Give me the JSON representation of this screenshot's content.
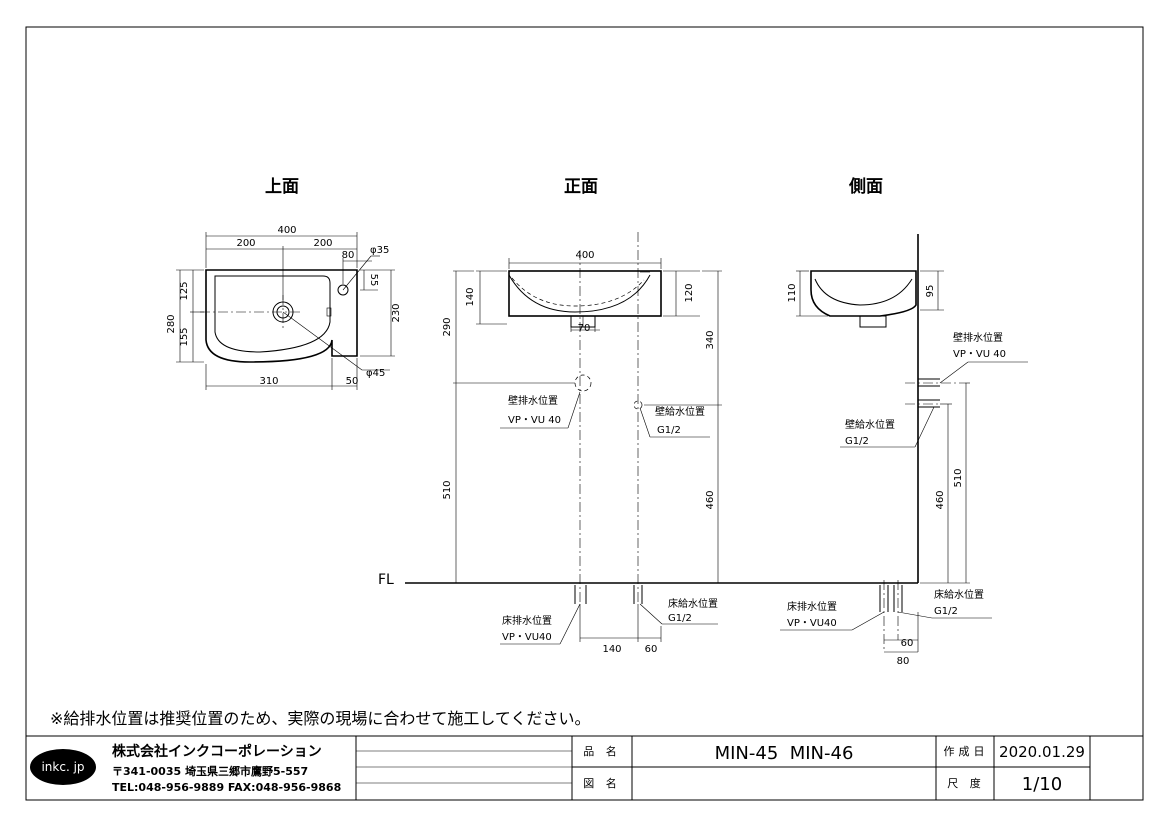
{
  "views": {
    "top_title": "上面",
    "front_title": "正面",
    "side_title": "側面"
  },
  "top_view": {
    "dim_400": "400",
    "dim_200a": "200",
    "dim_200b": "200",
    "dim_80": "80",
    "dim_phi35": "φ35",
    "dim_55": "55",
    "dim_125": "125",
    "dim_280": "280",
    "dim_155": "155",
    "dim_230": "230",
    "dim_310": "310",
    "dim_50": "50",
    "dim_phi45": "φ45"
  },
  "front_view": {
    "dim_400": "400",
    "dim_140": "140",
    "dim_120": "120",
    "dim_290": "290",
    "dim_70": "70",
    "dim_340": "340",
    "dim_510": "510",
    "dim_460": "460",
    "dim_140b": "140",
    "dim_60": "60",
    "wall_drain_label": "壁排水位置",
    "wall_drain_spec": "VP・VU 40",
    "wall_supply_label": "壁給水位置",
    "wall_supply_spec": "G1/2",
    "floor_drain_label": "床排水位置",
    "floor_drain_spec": "VP・VU40",
    "floor_supply_label": "床給水位置",
    "floor_supply_spec": "G1/2",
    "fl_label": "FL"
  },
  "side_view": {
    "dim_110": "110",
    "dim_95": "95",
    "dim_460": "460",
    "dim_510": "510",
    "dim_60": "60",
    "dim_80": "80",
    "wall_drain_label": "壁排水位置",
    "wall_drain_spec": "VP・VU 40",
    "wall_supply_label": "壁給水位置",
    "wall_supply_spec": "G1/2",
    "floor_drain_label": "床排水位置",
    "floor_drain_spec": "VP・VU40",
    "floor_supply_label": "床給水位置",
    "floor_supply_spec": "G1/2"
  },
  "note": "※給排水位置は推奨位置のため、実際の現場に合わせて施工してください。",
  "title_block": {
    "logo": "inkc. jp",
    "company": "株式会社インクコーポレーション",
    "address": "〒341-0035 埼玉県三郷市鷹野5-557",
    "phone": "TEL:048-956-9889 FAX:048-956-9868",
    "product_name_label": "品 名",
    "product_name": "MIN-45  MIN-46",
    "drawing_name_label": "図 名",
    "drawing_name": "",
    "date_label": "作成日",
    "date": "2020.01.29",
    "scale_label": "尺 度",
    "scale": "1/10"
  }
}
